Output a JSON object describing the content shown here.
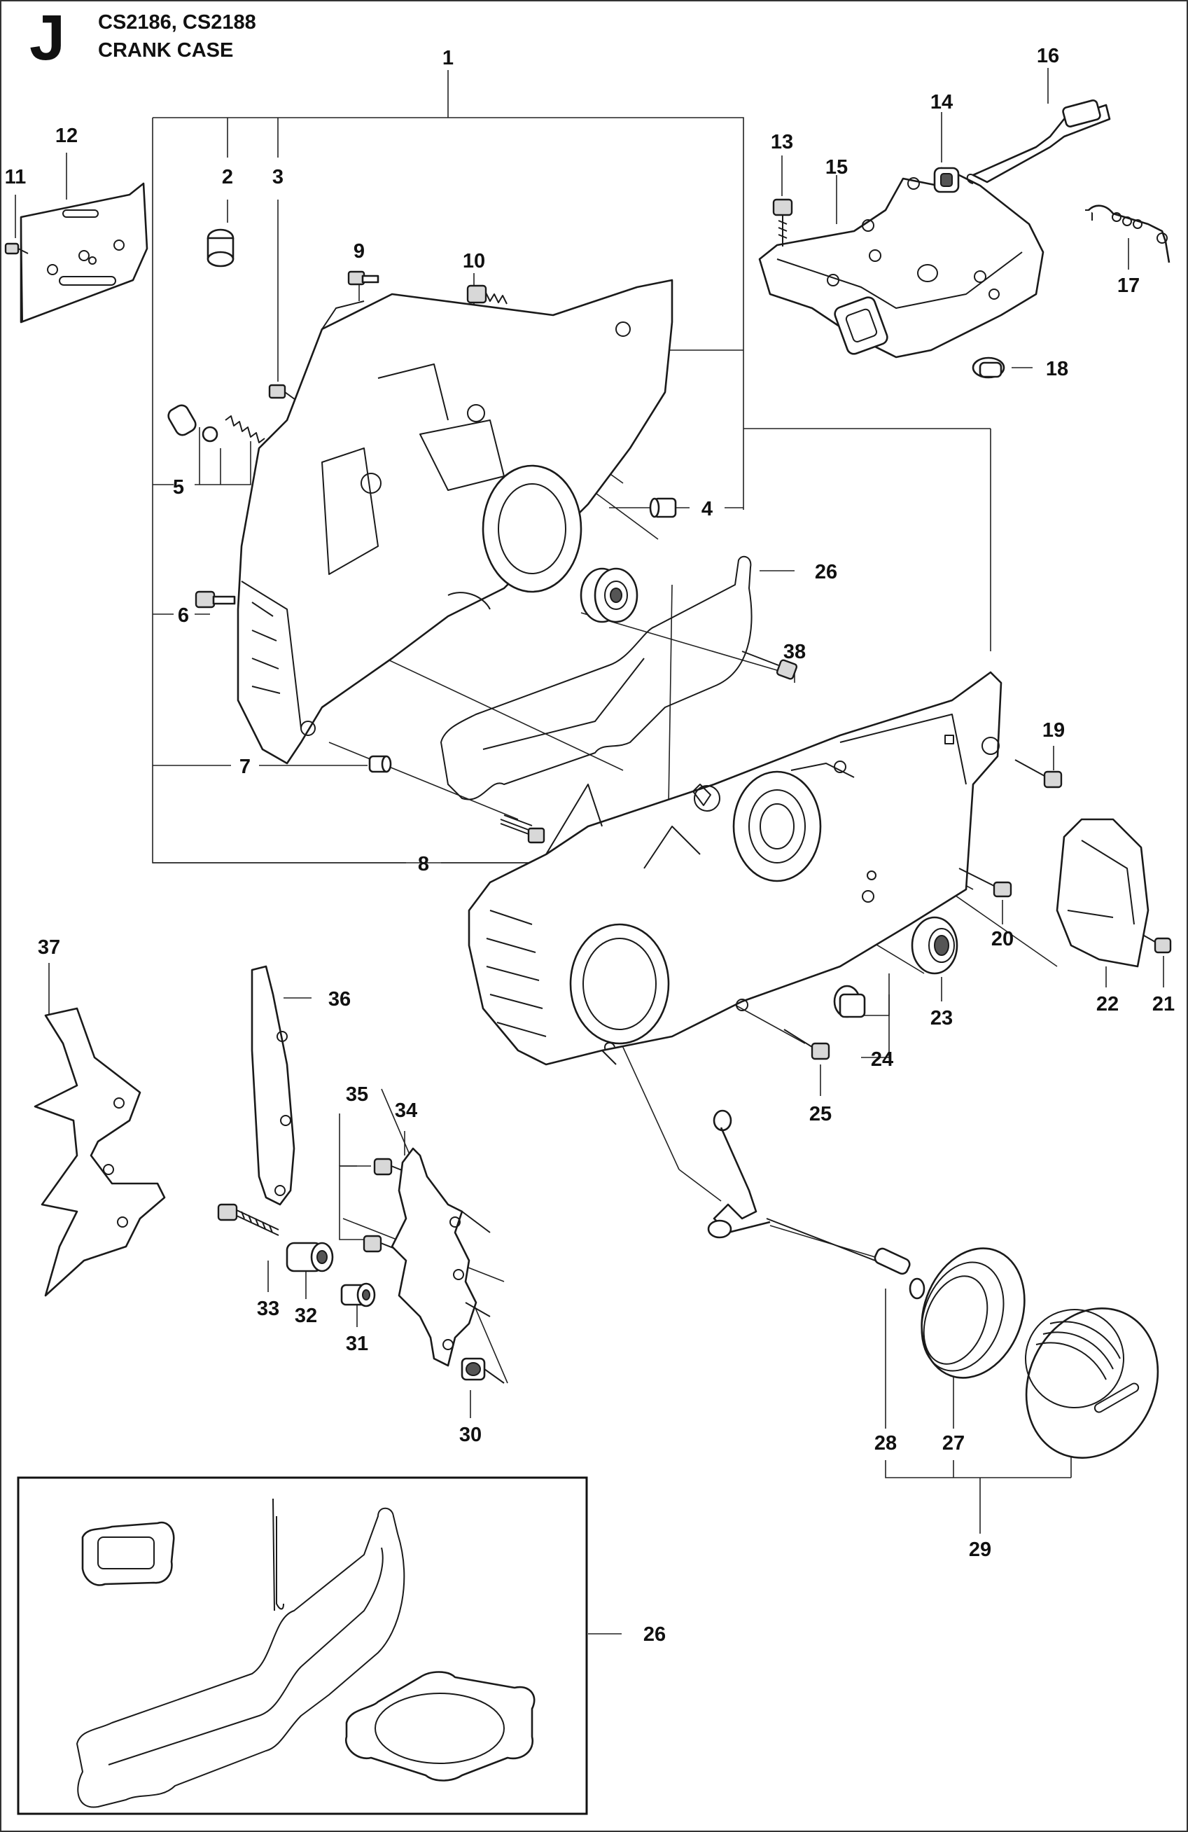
{
  "header": {
    "section_letter": "J",
    "models": "CS2186, CS2188",
    "title": "CRANK CASE"
  },
  "callouts": {
    "c1": "1",
    "c2": "2",
    "c3": "3",
    "c4": "4",
    "c5": "5",
    "c6": "6",
    "c7": "7",
    "c8": "8",
    "c9": "9",
    "c10": "10",
    "c11": "11",
    "c12": "12",
    "c13": "13",
    "c14": "14",
    "c15": "15",
    "c16": "16",
    "c17": "17",
    "c18": "18",
    "c19": "19",
    "c20": "20",
    "c21": "21",
    "c22": "22",
    "c23": "23",
    "c24": "24",
    "c25": "25",
    "c26": "26",
    "c27": "27",
    "c28": "28",
    "c29": "29",
    "c30": "30",
    "c31": "31",
    "c32": "32",
    "c33": "33",
    "c34": "34",
    "c35": "35",
    "c36": "36",
    "c37": "37",
    "c38": "38",
    "c26_kit": "26"
  }
}
